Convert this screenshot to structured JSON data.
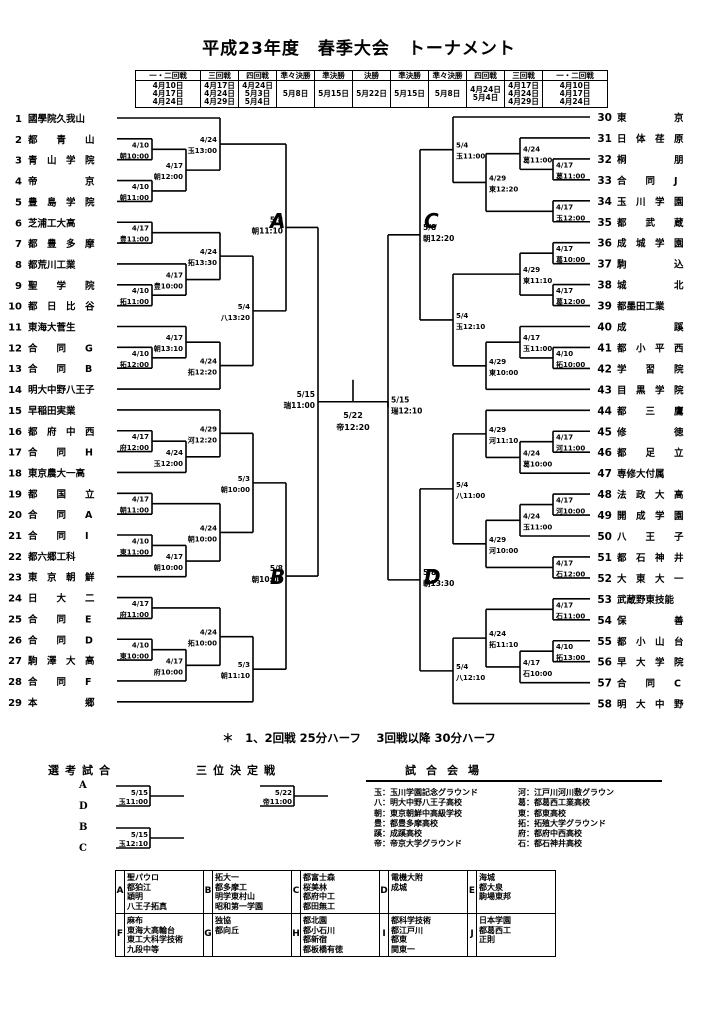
{
  "title": "平成23年度　春季大会　トーナメント",
  "schedule": {
    "headers": [
      "一・二回戦",
      "三回戦",
      "四回戦",
      "準々決勝",
      "準決勝",
      "決勝",
      "準決勝",
      "準々決勝",
      "四回戦",
      "三回戦",
      "一・二回戦"
    ],
    "dates": [
      "4月10日\n4月17日\n4月24日",
      "4月17日\n4月24日\n4月29日",
      "4月24日\n5月3日\n5月4日",
      "5月8日",
      "5月15日",
      "5月22日",
      "5月15日",
      "5月8日",
      "4月24日\n5月4日",
      "4月17日\n4月24日\n4月29日",
      "4月10日\n4月17日\n4月24日"
    ]
  },
  "blocks": {
    "A": "A",
    "B": "B",
    "C": "C",
    "D": "D"
  },
  "teams_left": [
    {
      "no": "1",
      "name": "國學院久我山"
    },
    {
      "no": "2",
      "name": "都　　青　　山"
    },
    {
      "no": "3",
      "name": "青　山　学　院"
    },
    {
      "no": "4",
      "name": "帝　　　　　京"
    },
    {
      "no": "5",
      "name": "豊　島　学　院"
    },
    {
      "no": "6",
      "name": "芝浦工大高"
    },
    {
      "no": "7",
      "name": "都　豊　多　摩"
    },
    {
      "no": "8",
      "name": "都荒川工業"
    },
    {
      "no": "9",
      "name": "聖　　学　　院"
    },
    {
      "no": "10",
      "name": "都　日　比　谷"
    },
    {
      "no": "11",
      "name": "東海大菅生"
    },
    {
      "no": "12",
      "name": "合　　同　　G"
    },
    {
      "no": "13",
      "name": "合　　同　　B"
    },
    {
      "no": "14",
      "name": "明大中野八王子"
    },
    {
      "no": "15",
      "name": "早稲田実業"
    },
    {
      "no": "16",
      "name": "都　府　中　西"
    },
    {
      "no": "17",
      "name": "合　　同　　H"
    },
    {
      "no": "18",
      "name": "東京農大一高"
    },
    {
      "no": "19",
      "name": "都　　国　　立"
    },
    {
      "no": "20",
      "name": "合　　同　　A"
    },
    {
      "no": "21",
      "name": "合　　同　　I"
    },
    {
      "no": "22",
      "name": "都六郷工科"
    },
    {
      "no": "23",
      "name": "東　京　朝　鮮"
    },
    {
      "no": "24",
      "name": "日　　大　　二"
    },
    {
      "no": "25",
      "name": "合　　同　　E"
    },
    {
      "no": "26",
      "name": "合　　同　　D"
    },
    {
      "no": "27",
      "name": "駒　澤　大　高"
    },
    {
      "no": "28",
      "name": "合　　同　　F"
    },
    {
      "no": "29",
      "name": "本　　　　　郷"
    }
  ],
  "teams_right": [
    {
      "no": "30",
      "name": "東　　　　　京"
    },
    {
      "no": "31",
      "name": "日　体　荏　原"
    },
    {
      "no": "32",
      "name": "桐　　　　　朋"
    },
    {
      "no": "33",
      "name": "合　　同　　J"
    },
    {
      "no": "34",
      "name": "玉　川　学　園"
    },
    {
      "no": "35",
      "name": "都　　武　　蔵"
    },
    {
      "no": "36",
      "name": "成　城　学　園"
    },
    {
      "no": "37",
      "name": "駒　　　　　込"
    },
    {
      "no": "38",
      "name": "城　　　　　北"
    },
    {
      "no": "39",
      "name": "都墨田工業"
    },
    {
      "no": "40",
      "name": "成　　　　　蹊"
    },
    {
      "no": "41",
      "name": "都　小　平　西"
    },
    {
      "no": "42",
      "name": "学　　習　　院"
    },
    {
      "no": "43",
      "name": "目　黒　学　院"
    },
    {
      "no": "44",
      "name": "都　　三　　鷹"
    },
    {
      "no": "45",
      "name": "修　　　　　徳"
    },
    {
      "no": "46",
      "name": "都　　足　　立"
    },
    {
      "no": "47",
      "name": "専修大付属"
    },
    {
      "no": "48",
      "name": "法　政　大　高"
    },
    {
      "no": "49",
      "name": "開　成　学　園"
    },
    {
      "no": "50",
      "name": "八　　王　　子"
    },
    {
      "no": "51",
      "name": "都　石　神　井"
    },
    {
      "no": "52",
      "name": "大　東　大　一"
    },
    {
      "no": "53",
      "name": "武蔵野東技能"
    },
    {
      "no": "54",
      "name": "保　　　　　善"
    },
    {
      "no": "55",
      "name": "都　小　山　台"
    },
    {
      "no": "56",
      "name": "早　大　学　院"
    },
    {
      "no": "57",
      "name": "合　　同　　C"
    },
    {
      "no": "58",
      "name": "明　大　中　野"
    }
  ],
  "matches_left": [
    {
      "a": 1,
      "b": 2,
      "date": "4/10",
      "time": "朝10:00"
    },
    {
      "a": 3,
      "b": 4,
      "date": "4/10",
      "time": "朝11:00"
    },
    {
      "a": "m0",
      "b": "m1",
      "date": "4/17",
      "time": "朝12:00"
    },
    {
      "a": 0,
      "b": "m2",
      "date": "4/24",
      "time": "玉13:00"
    },
    {
      "a": 5,
      "b": 6,
      "date": "4/17",
      "time": "豊11:00"
    },
    {
      "a": 8,
      "b": 9,
      "date": "4/10",
      "time": "拓11:00"
    },
    {
      "a": 7,
      "b": "m5",
      "date": "4/17",
      "time": "豊10:00"
    },
    {
      "a": "m4",
      "b": "m6",
      "date": "4/24",
      "time": "拓13:30"
    },
    {
      "a": 11,
      "b": 12,
      "date": "4/10",
      "time": "拓12:00"
    },
    {
      "a": 10,
      "b": "m8",
      "date": "4/17",
      "time": "朝13:10"
    },
    {
      "a": "m9",
      "b": 13,
      "date": "4/24",
      "time": "拓12:20"
    },
    {
      "a": "m7",
      "b": "m10",
      "date": "5/4",
      "time": "八13:20"
    },
    {
      "a": "m3",
      "b": "m11",
      "date": "5/8",
      "time": "朝11:10"
    },
    {
      "a": 15,
      "b": 16,
      "date": "4/17",
      "time": "府12:00"
    },
    {
      "a": "m13",
      "b": 17,
      "date": "4/24",
      "time": "玉12:00"
    },
    {
      "a": 14,
      "b": "m14",
      "date": "4/29",
      "time": "河12:20"
    },
    {
      "a": 18,
      "b": 19,
      "date": "4/17",
      "time": "朝11:00"
    },
    {
      "a": 20,
      "b": 21,
      "date": "4/10",
      "time": "東11:00"
    },
    {
      "a": "m17",
      "b": 22,
      "date": "4/17",
      "time": "朝10:00"
    },
    {
      "a": "m16",
      "b": "m18",
      "date": "4/24",
      "time": "朝10:00"
    },
    {
      "a": "m15",
      "b": "m19",
      "date": "5/3",
      "time": "朝10:00"
    },
    {
      "a": 23,
      "b": 24,
      "date": "4/17",
      "time": "府11:00"
    },
    {
      "a": 25,
      "b": 26,
      "date": "4/10",
      "time": "東10:00"
    },
    {
      "a": "m22",
      "b": 27,
      "date": "4/17",
      "time": "府10:00"
    },
    {
      "a": "m21",
      "b": "m23",
      "date": "4/24",
      "time": "拓10:00"
    },
    {
      "a": "m24",
      "b": 28,
      "date": "5/3",
      "time": "朝11:10"
    },
    {
      "a": "m20",
      "b": "m25",
      "date": "5/8",
      "time": "朝10:00"
    },
    {
      "a": "m12",
      "b": "m26",
      "date": "5/15",
      "time": "瑞11:00"
    }
  ],
  "matches_right": [
    {
      "a": 2,
      "b": 3,
      "date": "4/17",
      "time": "葛11:00"
    },
    {
      "a": 1,
      "b": "m0",
      "date": "4/24",
      "time": "葛11:00"
    },
    {
      "a": 4,
      "b": 5,
      "date": "4/17",
      "time": "玉12:00"
    },
    {
      "a": "m1",
      "b": "m2",
      "date": "4/29",
      "time": "東12:20"
    },
    {
      "a": 0,
      "b": "m3",
      "date": "5/4",
      "time": "玉11:00"
    },
    {
      "a": 6,
      "b": 7,
      "date": "4/17",
      "time": "葛10:00"
    },
    {
      "a": 8,
      "b": 9,
      "date": "4/17",
      "time": "葛12:00"
    },
    {
      "a": "m5",
      "b": "m6",
      "date": "4/29",
      "time": "東11:10"
    },
    {
      "a": 11,
      "b": 12,
      "date": "4/10",
      "time": "拓10:00"
    },
    {
      "a": 10,
      "b": "m8",
      "date": "4/17",
      "time": "玉11:00"
    },
    {
      "a": "m9",
      "b": 13,
      "date": "4/29",
      "time": "東10:00"
    },
    {
      "a": "m7",
      "b": "m10",
      "date": "5/4",
      "time": "玉12:10"
    },
    {
      "a": "m4",
      "b": "m11",
      "date": "5/8",
      "time": "朝12:20"
    },
    {
      "a": 15,
      "b": 16,
      "date": "4/17",
      "time": "河11:00"
    },
    {
      "a": "m13",
      "b": 17,
      "date": "4/24",
      "time": "葛10:00"
    },
    {
      "a": 14,
      "b": "m14",
      "date": "4/29",
      "time": "河11:10"
    },
    {
      "a": 18,
      "b": 19,
      "date": "4/17",
      "time": "河10:00"
    },
    {
      "a": "m16",
      "b": 20,
      "date": "4/24",
      "time": "玉11:00"
    },
    {
      "a": 21,
      "b": 22,
      "date": "4/17",
      "time": "石12:00"
    },
    {
      "a": "m17",
      "b": "m18",
      "date": "4/29",
      "time": "河10:00"
    },
    {
      "a": "m15",
      "b": "m19",
      "date": "5/4",
      "time": "八11:00"
    },
    {
      "a": 23,
      "b": 24,
      "date": "4/17",
      "time": "石11:00"
    },
    {
      "a": 25,
      "b": 26,
      "date": "4/10",
      "time": "拓13:00"
    },
    {
      "a": "m22",
      "b": 27,
      "date": "4/17",
      "time": "石10:00"
    },
    {
      "a": "m21",
      "b": "m23",
      "date": "4/24",
      "time": "拓11:10"
    },
    {
      "a": "m24",
      "b": 28,
      "date": "5/4",
      "time": "八12:10"
    },
    {
      "a": "m20",
      "b": "m25",
      "date": "5/8",
      "time": "朝13:30"
    },
    {
      "a": "m12",
      "b": "m26",
      "date": "5/15",
      "time": "瑞12:10"
    }
  ],
  "final": {
    "date": "5/22",
    "time": "帝12:20"
  },
  "note": "＊　1、2回戦  25分ハーフ　 3回戦以降  30分ハーフ",
  "selection": {
    "title": "選考試合",
    "labels": [
      "A",
      "D",
      "B",
      "C"
    ],
    "matches": [
      {
        "date": "5/15",
        "time": "玉11:00"
      },
      {
        "date": "5/15",
        "time": "玉12:10"
      }
    ]
  },
  "third_place": {
    "title": "三位決定戦",
    "date": "5/22",
    "time": "帝11:00"
  },
  "venues": {
    "title": "試合会場",
    "left": [
      "玉：玉川学園記念グラウンド",
      "八：明大中野八王子高校",
      "朝：東京朝鮮中高級学校",
      "豊：都豊多摩高校",
      "蹊：成蹊高校",
      "帝：帝京大学グラウンド"
    ],
    "right": [
      "河：江戸川河川敷グラウン",
      "葛：都葛西工業高校",
      "東：都東高校",
      "拓：拓殖大学グラウンド",
      "府：都府中西高校",
      "石：都石神井高校"
    ]
  },
  "groups": [
    {
      "label": "A",
      "teams": "聖パウロ\n都狛江\n穎明\n八王子拓真"
    },
    {
      "label": "B",
      "teams": "拓大一\n都多摩工\n明学東村山\n昭和第一学園"
    },
    {
      "label": "C",
      "teams": "都富士森\n桜美林\n都府中工\n都田無工"
    },
    {
      "label": "D",
      "teams": "電機大附\n成城"
    },
    {
      "label": "E",
      "teams": "海城\n都大泉\n駒場東邦"
    },
    {
      "label": "F",
      "teams": "麻布\n東海大高輪台\n東工大科学技術\n九段中等"
    },
    {
      "label": "G",
      "teams": "独協\n都向丘"
    },
    {
      "label": "H",
      "teams": "都北園\n都小石川\n都新宿\n都板橋有徳"
    },
    {
      "label": "I",
      "teams": "都科学技術\n都江戸川\n都東\n関東一"
    },
    {
      "label": "J",
      "teams": "日本学園\n都葛西工\n正則"
    }
  ]
}
